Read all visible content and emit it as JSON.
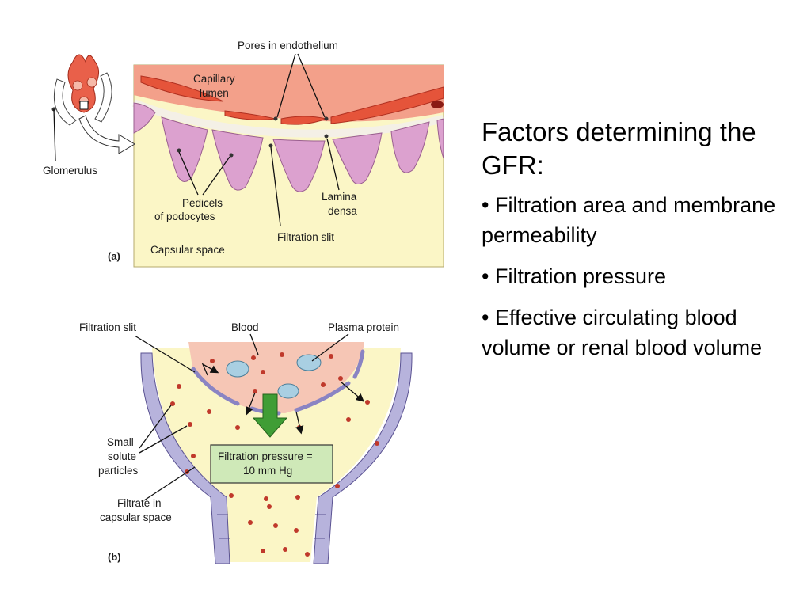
{
  "slide": {
    "heading": "Factors determining the GFR:",
    "bullets": [
      "• Filtration area and membrane permeability",
      "• Filtration pressure",
      "• Effective circulating blood volume or renal blood volume"
    ]
  },
  "figure_a": {
    "panel_label": "(a)",
    "labels": {
      "pores": "Pores in endothelium",
      "capillary_line1": "Capillary",
      "capillary_line2": "lumen",
      "glomerulus": "Glomerulus",
      "pedicels_line1": "Pedicels",
      "pedicels_line2": "of podocytes",
      "lamina_line1": "Lamina",
      "lamina_line2": "densa",
      "filtration_slit": "Filtration slit",
      "capsular_space": "Capsular space"
    }
  },
  "figure_b": {
    "panel_label": "(b)",
    "labels": {
      "filtration_slit": "Filtration slit",
      "blood": "Blood",
      "plasma_protein": "Plasma protein",
      "small_line1": "Small",
      "small_line2": "solute",
      "small_line3": "particles",
      "filtrate_line1": "Filtrate in",
      "filtrate_line2": "capsular space",
      "pressure_line1": "Filtration pressure =",
      "pressure_line2": "10 mm Hg"
    }
  },
  "colors": {
    "capsular_fill": "#fbf6c6",
    "capillary_fill": "#f3a08a",
    "endothelium": "#e5543a",
    "podocyte": "#dca1cf",
    "cell_wall": "#b7b3dc",
    "plasma_protein": "#a9cfe2",
    "particle": "#c0392b",
    "arrow_green": "#3f9d35",
    "pressure_box": "#cfe9b8"
  }
}
